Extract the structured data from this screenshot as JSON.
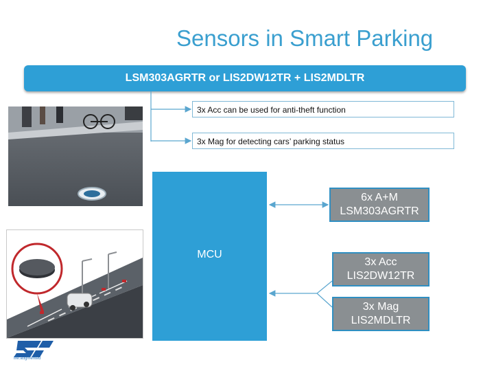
{
  "slide": {
    "title": "Sensors in Smart Parking",
    "banner": "LSM303AGRTR or LIS2DW12TR + LIS2MDLTR",
    "notes": [
      "3x Acc can be used for anti-theft function",
      "3x Mag for detecting cars’ parking status"
    ],
    "mcu_label": "MCU",
    "chips": [
      {
        "line1": "6x A+M",
        "line2": "LSM303AGRTR"
      },
      {
        "line1": "3x Acc",
        "line2": "LIS2DW12TR"
      },
      {
        "line1": "3x Mag",
        "line2": "LIS2MDLTR"
      }
    ],
    "logo": {
      "brand": "ST",
      "tagline": "life.augmented"
    }
  },
  "colors": {
    "accent": "#2e9fd6",
    "title": "#3a9fcf",
    "chip_fill": "#8a8f92",
    "connector": "#5aa6cf"
  }
}
